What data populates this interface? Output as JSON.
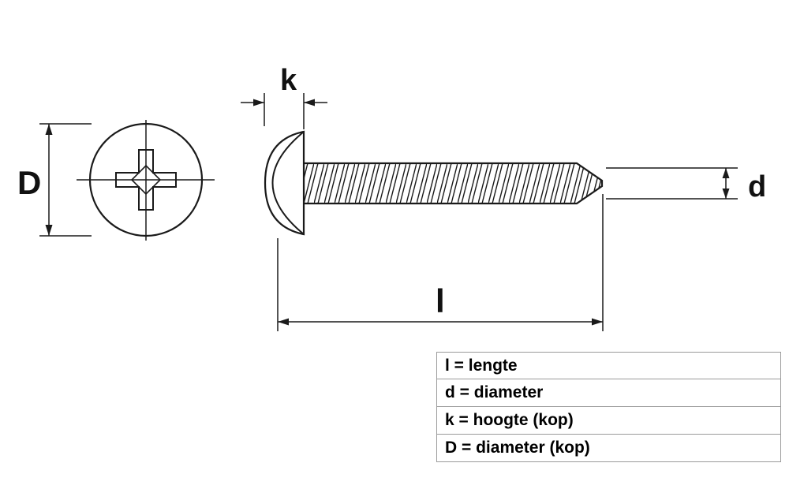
{
  "diagram": {
    "dimension_labels": {
      "D": "D",
      "k": "k",
      "d": "d",
      "l": "l"
    }
  },
  "legend": {
    "rows": [
      "l = lengte",
      "d = diameter",
      "k = hoogte (kop)",
      "D = diameter (kop)"
    ]
  },
  "colors": {
    "line": "#1a1a1a",
    "table_border": "#9a9a9a",
    "background": "#ffffff"
  }
}
